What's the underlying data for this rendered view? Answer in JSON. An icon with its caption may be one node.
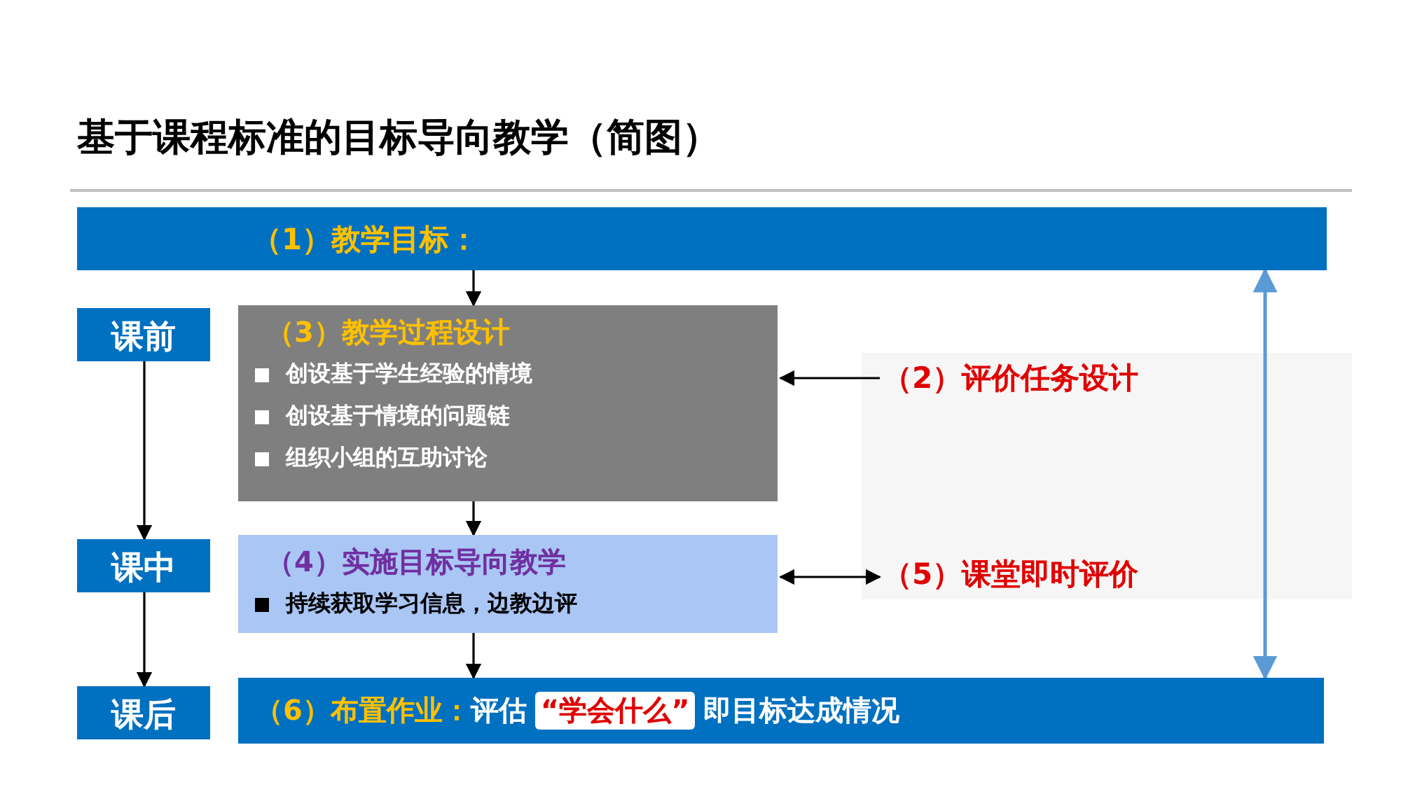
{
  "diagram": {
    "title": "基于课程标准的目标导向教学（简图）",
    "nodes": [
      {
        "text": [
          "（1）教学目标："
        ]
      },
      {
        "text": [
          "课前"
        ]
      },
      {
        "text": [
          "（3）教学过程设计",
          "创设基于学生经验的情境",
          "创设基于情境的问题链",
          "组织小组的互助讨论"
        ]
      },
      {
        "text": [
          "（2）评价任务设计"
        ]
      },
      {
        "text": [
          "课中"
        ]
      },
      {
        "text": [
          "（4）实施目标导向教学",
          "持续获取学习信息，边教边评"
        ]
      },
      {
        "text": [
          "（5）课堂即时评价"
        ]
      },
      {
        "text": [
          "课后"
        ]
      },
      {
        "text": [
          "（6）布置作业：",
          "评估",
          "“学会什么”",
          "即目标达成情况"
        ]
      }
    ],
    "edges": [
      {
        "from": 0,
        "to": 2,
        "arrow": "to"
      },
      {
        "from": 2,
        "to": 5,
        "arrow": "to"
      },
      {
        "from": 5,
        "to": 8,
        "arrow": "to"
      },
      {
        "from": 1,
        "to": 4,
        "arrow": "to"
      },
      {
        "from": 4,
        "to": 7,
        "arrow": "to"
      },
      {
        "from": 3,
        "to": 2,
        "arrow": "to"
      },
      {
        "from": 5,
        "to": 6,
        "arrow": "both"
      },
      {
        "from": 0,
        "to": 8,
        "arrow": "both",
        "color": "#5b9bd5"
      }
    ]
  }
}
